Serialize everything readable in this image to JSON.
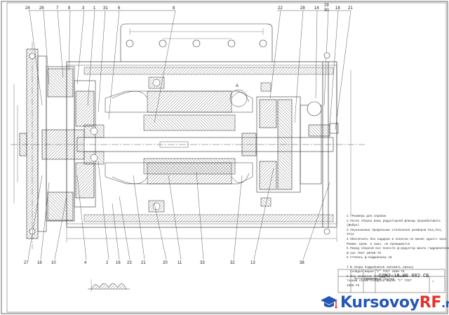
{
  "top_leaders": [
    "24",
    "26",
    "7",
    "8",
    "3",
    "1",
    "31",
    "6",
    "8",
    "22",
    "28",
    "14",
    "29",
    "30",
    "18",
    "21"
  ],
  "bottom_leaders": [
    "27",
    "16",
    "10",
    "4",
    "2",
    "16",
    "23",
    "21",
    "20",
    "11",
    "33",
    "32",
    "13",
    "38"
  ],
  "notes": [
    "1 *Размеры для справок",
    "2 После сборки валы редукторной фланцы прорабатывать",
    "(Вибро)",
    "3 Неуказанные предельные отклонения размеров H14,h14,",
    "IT14",
    "4 Обеспечить без надиров в лопатки не менее одного часа",
    "Режим: врем. и смаз. не превышается",
    "5 Перед сборкой все полости ф-редуктор масло гидравлическое",
    "И-12А ГОСТ 20799-75",
    "6 Степень ф-подшипника 16",
    "",
    "7 В опоры подшипников заложить смазку",
    "- солидол марки \"С\" ГОСТ 4366-76",
    "8 Все закрытые поверхности ставить",
    "тонкий слоем солидола марки \"С\" ГОСТ",
    "4366-76"
  ],
  "title_block": {
    "code": "СДМ2-18.00.002 СБ",
    "name": "Сборочный чертеж",
    "sub": "Мотор-редуктор",
    "sheets": "1"
  },
  "watermark": {
    "main": "Kursovoy",
    "accent": "RF",
    "suffix": ".ru"
  },
  "detail_label": "А",
  "colors": {
    "line": "#333333",
    "hatch": "#555555",
    "watermark_blue": "#2457b8",
    "watermark_red": "#e0342c"
  }
}
